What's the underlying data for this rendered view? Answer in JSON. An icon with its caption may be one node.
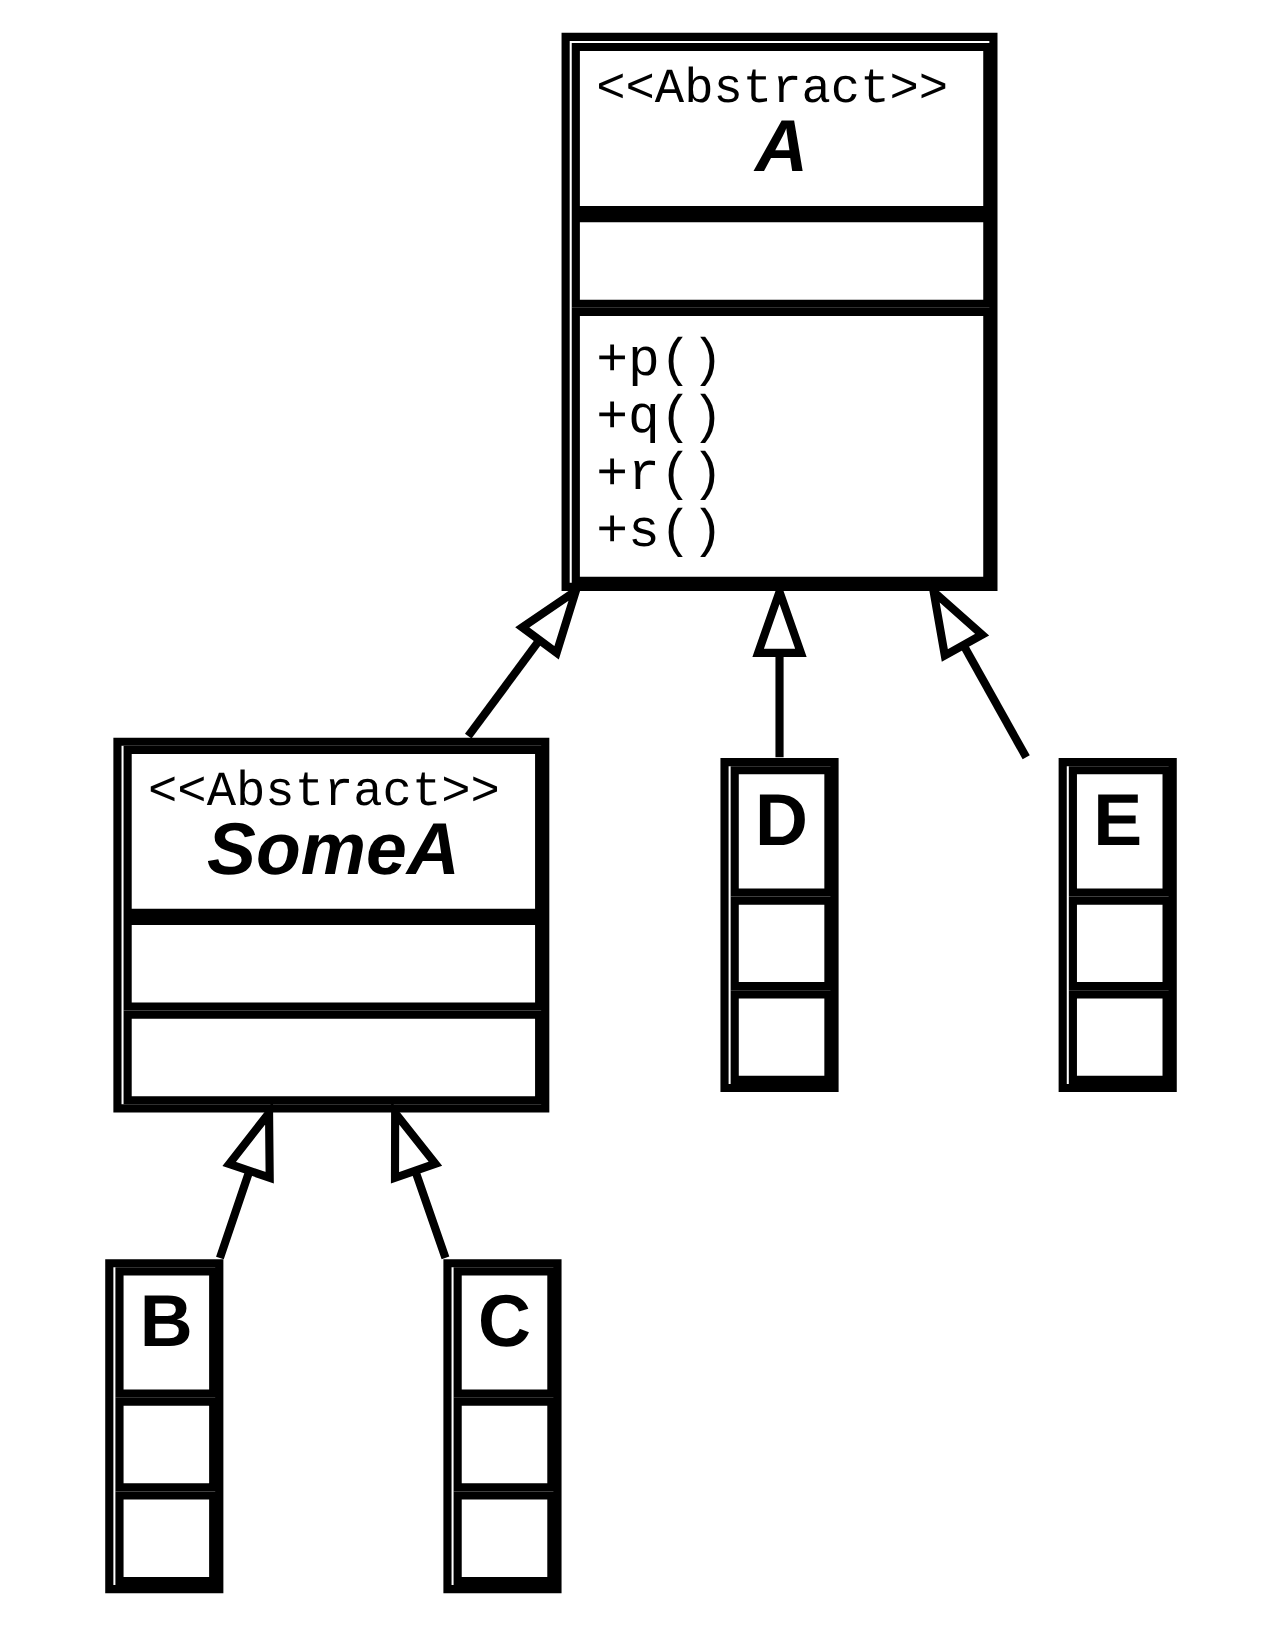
{
  "diagram": {
    "nodes": [
      {
        "text": [
          "<<Abstract>>",
          "A",
          "+p()",
          "+q()",
          "+r()",
          "+s()"
        ]
      },
      {
        "text": [
          "<<Abstract>>",
          "SomeA"
        ]
      },
      {
        "text": [
          "D"
        ]
      },
      {
        "text": [
          "E"
        ]
      },
      {
        "text": [
          "B"
        ]
      },
      {
        "text": [
          "C"
        ]
      }
    ],
    "edges": [
      {
        "from": 1,
        "to": 0,
        "arrow": "to"
      },
      {
        "from": 2,
        "to": 0,
        "arrow": "to"
      },
      {
        "from": 3,
        "to": 0,
        "arrow": "to"
      },
      {
        "from": 4,
        "to": 1,
        "arrow": "to"
      },
      {
        "from": 5,
        "to": 1,
        "arrow": "to"
      }
    ]
  }
}
